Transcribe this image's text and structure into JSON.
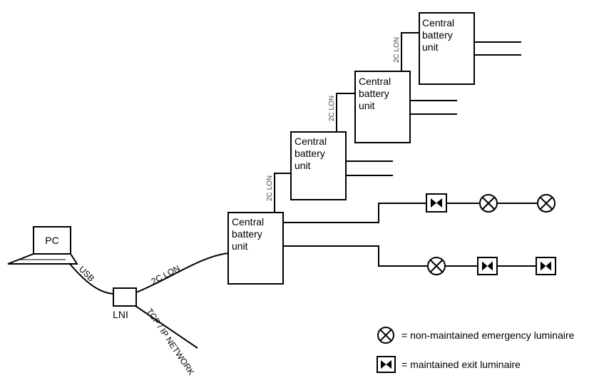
{
  "pc": {
    "label": "PC"
  },
  "lni": {
    "label": "LNI"
  },
  "links": {
    "usb": "USB",
    "lon_lni": "2C LON",
    "tcp_ip": "TCP / IP NETWORK",
    "lon_1": "2C LON",
    "lon_2": "2C LON",
    "lon_3": "2C LON"
  },
  "units": [
    {
      "lines": [
        "Central",
        "battery",
        "unit"
      ]
    },
    {
      "lines": [
        "Central",
        "battery",
        "unit"
      ]
    },
    {
      "lines": [
        "Central",
        "battery",
        "unit"
      ]
    },
    {
      "lines": [
        "Central",
        "battery",
        "unit"
      ]
    }
  ],
  "legend": {
    "emergency": "= non-maintained emergency luminaire",
    "exit": "= maintained exit luminaire"
  }
}
